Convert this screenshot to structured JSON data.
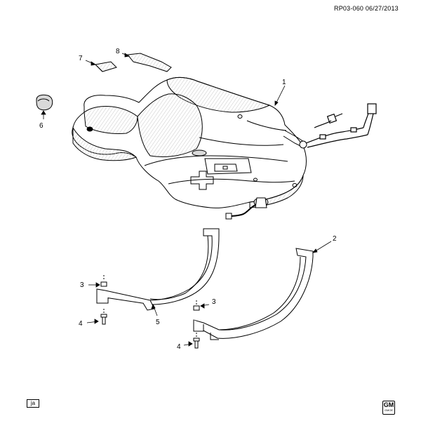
{
  "header": {
    "reference": "RP03-060",
    "date": "06/27/2013"
  },
  "callouts": [
    {
      "id": "c1",
      "label": "1"
    },
    {
      "id": "c2",
      "label": "2"
    },
    {
      "id": "c3a",
      "label": "3"
    },
    {
      "id": "c3b",
      "label": "3"
    },
    {
      "id": "c4a",
      "label": "4"
    },
    {
      "id": "c4b",
      "label": "4"
    },
    {
      "id": "c5",
      "label": "5"
    },
    {
      "id": "c6",
      "label": "6"
    },
    {
      "id": "c7",
      "label": "7"
    },
    {
      "id": "c8",
      "label": "8"
    }
  ],
  "footer": {
    "tag": "ja",
    "logo": "GM",
    "logo_sub": "GMOE"
  },
  "colors": {
    "line": "#000000",
    "shade": "#d9d9d9",
    "background": "#ffffff"
  }
}
